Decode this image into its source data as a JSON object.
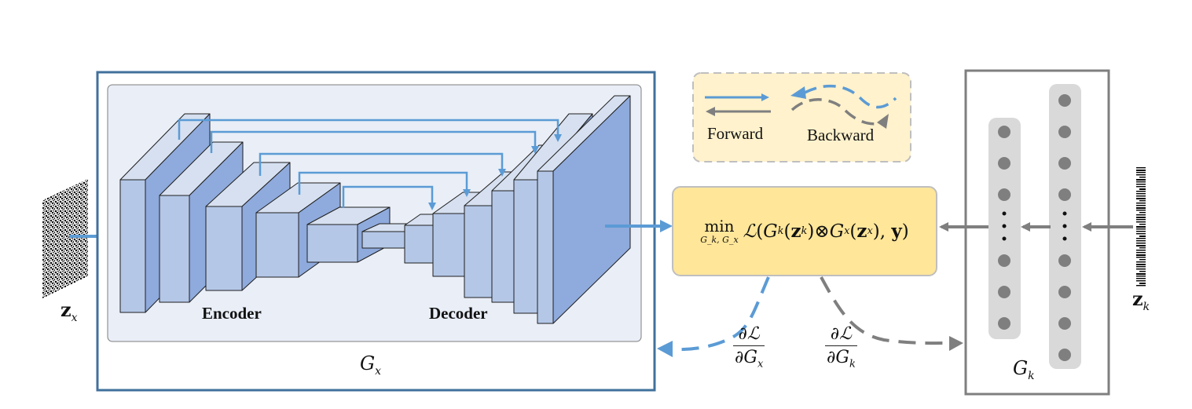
{
  "encoder_label": "Encoder",
  "decoder_label": "Decoder",
  "generator_x_label": "G",
  "generator_x_sub": "x",
  "generator_k_label": "G",
  "generator_k_sub": "k",
  "input_x_label": "z",
  "input_x_sub": "x",
  "input_k_label": "z",
  "input_k_sub": "k",
  "legend": {
    "forward_label": "Forward",
    "backward_label": "Backward"
  },
  "objective": {
    "min_word": "min",
    "min_subscript": "G_k, G_x",
    "loss_symbol": "ℒ",
    "term_k_fn": "G",
    "term_k_sub": "k",
    "term_k_arg": "z",
    "term_k_arg_sub": "k",
    "operator": "⊗",
    "term_x_fn": "G",
    "term_x_sub": "x",
    "term_x_arg": "z",
    "term_x_arg_sub": "x",
    "target": "y"
  },
  "gradients": {
    "x": {
      "numerator": "∂ℒ",
      "denominator": "∂G",
      "den_sub": "x"
    },
    "k": {
      "numerator": "∂ℒ",
      "denominator": "∂G",
      "den_sub": "k"
    }
  },
  "colors": {
    "forward_arrow": "#5b9bd5",
    "backward_arrow": "#7f7f7f",
    "unet_frame": "#41719c",
    "unet_panel": "#e9eef7",
    "block_front": "#b4c7e7",
    "block_side": "#8faadc",
    "objective_fill": "#ffe699",
    "legend_fill": "#fff2cc",
    "mlp_frame": "#7f7f7f",
    "mlp_column": "#d9d9d9",
    "mlp_node": "#7f7f7f"
  }
}
